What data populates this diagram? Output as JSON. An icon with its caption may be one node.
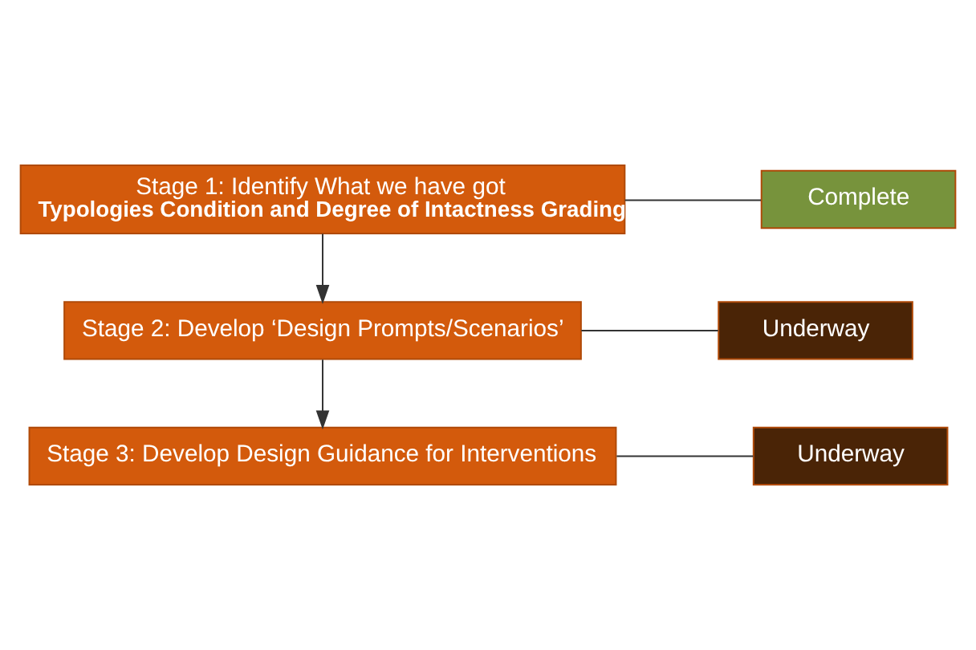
{
  "diagram": {
    "nodes": [
      {
        "text": [
          "Stage 1: Identify What we have got",
          "Typologies Condition and Degree of Intactness Grading"
        ]
      },
      {
        "text": [
          "Complete"
        ]
      },
      {
        "text": [
          "Stage 2: Develop ‘Design Prompts/Scenarios’"
        ]
      },
      {
        "text": [
          "Underway"
        ]
      },
      {
        "text": [
          "Stage 3: Develop Design Guidance for Interventions"
        ]
      },
      {
        "text": [
          "Underway"
        ]
      }
    ],
    "edges": [
      {
        "from": 0,
        "to": 2,
        "arrow": "to"
      },
      {
        "from": 2,
        "to": 4,
        "arrow": "to"
      },
      {
        "from": 0,
        "to": 1,
        "arrow": "none"
      },
      {
        "from": 2,
        "to": 3,
        "arrow": "none"
      },
      {
        "from": 4,
        "to": 5,
        "arrow": "none"
      }
    ]
  }
}
